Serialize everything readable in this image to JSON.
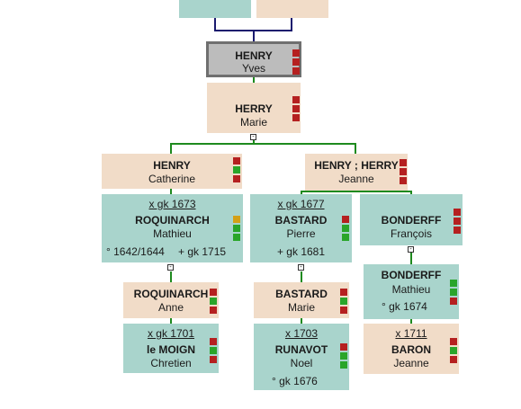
{
  "top_parents": [
    {
      "id": "tp1",
      "sex": "male"
    },
    {
      "id": "tp2",
      "sex": "female"
    }
  ],
  "yves": {
    "surname": "HENRY",
    "given": "Yves"
  },
  "marie_henry": {
    "surname": "HERRY",
    "given": "Marie"
  },
  "catherine": {
    "surname": "HENRY",
    "given": "Catherine"
  },
  "jeanne_henry": {
    "surname": "HENRY ; HERRY",
    "given": "Jeanne"
  },
  "mathieu_roquinarch": {
    "marriage": "x gk 1673",
    "surname": "ROQUINARCH",
    "given": "Mathieu",
    "birth": "° 1642/1644",
    "death": "+ gk 1715"
  },
  "pierre_bastard": {
    "marriage": "x gk 1677",
    "surname": "BASTARD",
    "given": "Pierre",
    "death": "+ gk 1681"
  },
  "francois_bonderff": {
    "surname": "BONDERFF",
    "given": "François"
  },
  "anne_roquinarch": {
    "surname": "ROQUINARCH",
    "given": "Anne"
  },
  "chretien_lemoign": {
    "marriage": "x gk 1701",
    "surname": "le MOIGN",
    "given": "Chretien"
  },
  "marie_bastard": {
    "surname": "BASTARD",
    "given": "Marie"
  },
  "noel_runavot": {
    "marriage": "x 1703",
    "surname": "RUNAVOT",
    "given": "Noel",
    "birth": "° gk 1676"
  },
  "mathieu_bonderff": {
    "surname": "BONDERFF",
    "given": "Mathieu",
    "birth": "° gk 1674"
  },
  "jeanne_baron": {
    "marriage": "x 1711",
    "surname": "BARON",
    "given": "Jeanne"
  },
  "toggle_symbol": "-",
  "colors": {
    "male_box": "#a9d4cc",
    "female_box": "#f1dcc8",
    "selected_box": "#bcbcbc",
    "line_green": "#1e8a1e",
    "line_navy": "#1a1a6e",
    "status_red": "#b52020",
    "status_green": "#2aa52a",
    "status_yellow": "#d4a017"
  }
}
